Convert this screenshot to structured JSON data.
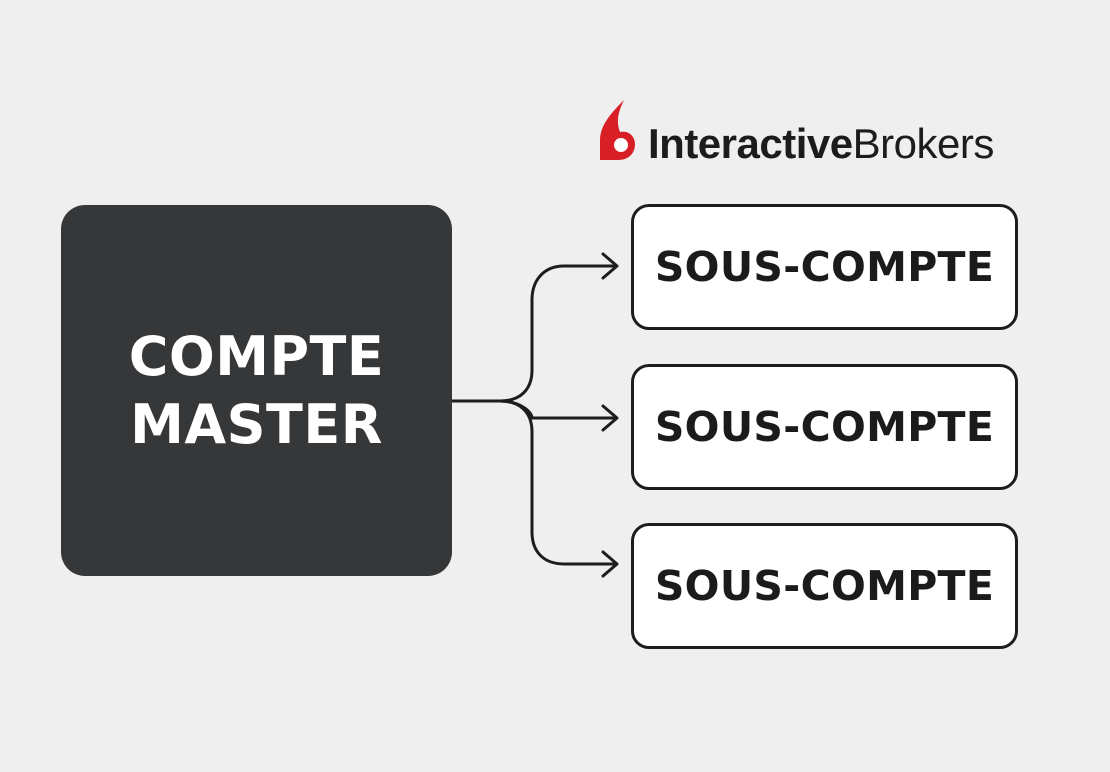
{
  "logo": {
    "text_bold": "Interactive",
    "text_light": "Brokers",
    "brand_color": "#d81f26"
  },
  "master": {
    "line1": "COMPTE",
    "line2": "MASTER",
    "fill_color": "#353739"
  },
  "sub_accounts": [
    {
      "label": "SOUS-COMPTE"
    },
    {
      "label": "SOUS-COMPTE"
    },
    {
      "label": "SOUS-COMPTE"
    }
  ]
}
